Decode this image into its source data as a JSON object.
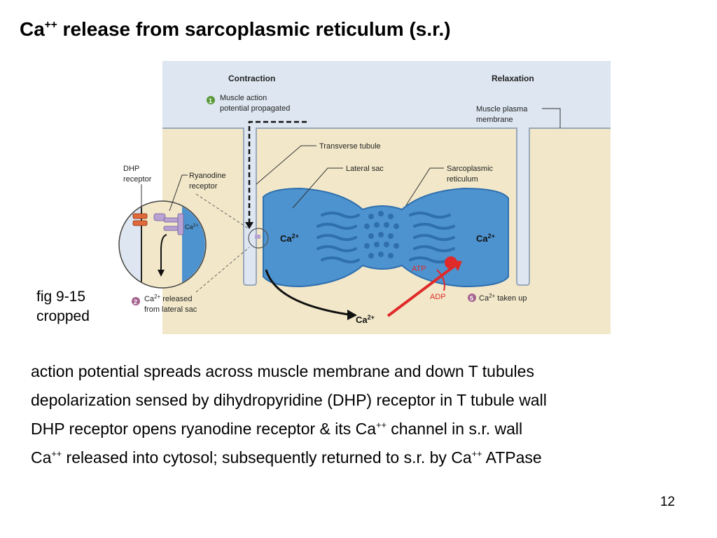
{
  "slide": {
    "title": {
      "prefix": "Ca",
      "sup": "++",
      "rest": " release from sarcoplasmic reticulum (s.r.)"
    },
    "caption_line1": "fig 9-15",
    "caption_line2": "cropped",
    "bullets": [
      {
        "parts": [
          {
            "t": "action potential spreads across muscle membrane and down T tubules"
          }
        ]
      },
      {
        "parts": [
          {
            "t": "depolarization sensed by dihydropyridine (DHP) receptor in T tubule wall"
          }
        ]
      },
      {
        "parts": [
          {
            "t": "DHP receptor opens ryanodine receptor & its Ca"
          },
          {
            "s": "++"
          },
          {
            "t": " channel in s.r. wall"
          }
        ]
      },
      {
        "parts": [
          {
            "t": "Ca"
          },
          {
            "s": "++"
          },
          {
            "t": " released into cytosol; subsequently returned to s.r. by Ca"
          },
          {
            "s": "++"
          },
          {
            "t": " ATPase"
          }
        ]
      }
    ],
    "page_number": "12"
  },
  "figure": {
    "contraction": "Contraction",
    "relaxation": "Relaxation",
    "step1_num": "1",
    "step1_line1": "Muscle action",
    "step1_line2": "potential propagated",
    "plasma_line1": "Muscle plasma",
    "plasma_line2": "membrane",
    "transverse_tubule": "Transverse tubule",
    "lateral_sac": "Lateral sac",
    "sr_line1": "Sarcoplasmic",
    "sr_line2": "reticulum",
    "dhp_line1": "DHP",
    "dhp_line2": "receptor",
    "ryr_line1": "Ryanodine",
    "ryr_line2": "receptor",
    "ca_base": "Ca",
    "ca_sup": "2+",
    "atp": "ATP",
    "adp": "ADP",
    "step2_num": "2",
    "step2_line1_pre": "Ca",
    "step2_line1_post": " released",
    "step2_line2": "from lateral sac",
    "step5_num": "5",
    "step5_post": " taken up",
    "colors": {
      "extracellular": "#dde6f1",
      "cytoplasm": "#f2e8c9",
      "sr": "#4d93cf",
      "sr_dark": "#2f6fae",
      "red": "#e02a2a",
      "step_badge": "#a6628f",
      "step_badge_green": "#5a9a3a"
    }
  }
}
